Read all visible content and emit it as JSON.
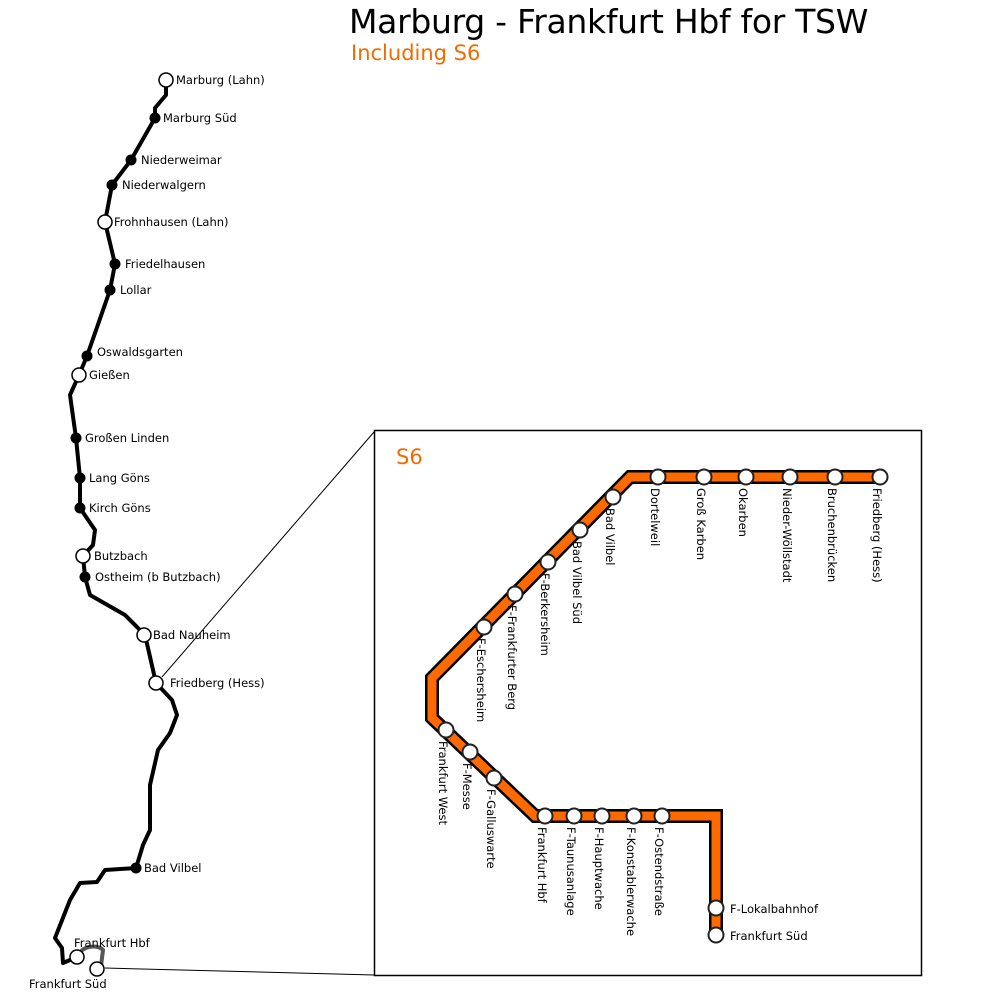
{
  "header": {
    "title": "Marburg - Frankfurt Hbf for TSW",
    "subtitle": "Including S6"
  },
  "colors": {
    "s6": "#ff6a00",
    "line": "#000000",
    "accent": "#f26b00"
  },
  "main_line": {
    "stations": [
      {
        "name": "Marburg (Lahn)",
        "type": "open"
      },
      {
        "name": "Marburg Süd",
        "type": "filled"
      },
      {
        "name": "Niederweimar",
        "type": "filled"
      },
      {
        "name": "Niederwalgern",
        "type": "filled"
      },
      {
        "name": "Frohnhausen (Lahn)",
        "type": "open"
      },
      {
        "name": "Friedelhausen",
        "type": "filled"
      },
      {
        "name": "Lollar",
        "type": "filled"
      },
      {
        "name": "Oswaldsgarten",
        "type": "filled"
      },
      {
        "name": "Gießen",
        "type": "open"
      },
      {
        "name": "Großen Linden",
        "type": "filled"
      },
      {
        "name": "Lang Göns",
        "type": "filled"
      },
      {
        "name": "Kirch Göns",
        "type": "filled"
      },
      {
        "name": "Butzbach",
        "type": "open"
      },
      {
        "name": "Ostheim (b Butzbach)",
        "type": "filled"
      },
      {
        "name": "Bad Nauheim",
        "type": "open"
      },
      {
        "name": "Friedberg (Hess)",
        "type": "open"
      },
      {
        "name": "Bad Vilbel",
        "type": "filled"
      },
      {
        "name": "Frankfurt Hbf",
        "type": "open"
      },
      {
        "name": "Frankfurt Süd",
        "type": "open"
      }
    ]
  },
  "inset": {
    "title": "S6",
    "stations": [
      "Friedberg (Hess)",
      "Bruchenbrücken",
      "Nieder-Wöllstadt",
      "Okarben",
      "Groß Karben",
      "Dortelweil",
      "Bad Vilbel",
      "Bad Vilbel Süd",
      "F-Berkersheim",
      "F-Frankfurter Berg",
      "F-Eschersheim",
      "Frankfurt West",
      "F-Messe",
      "F-Galluswarte",
      "Frankfurt Hbf",
      "F-Taunusanlage",
      "F-Hauptwache",
      "F-Konstablerwache",
      "F-Ostendstraße",
      "F-Lokalbahnhof",
      "Frankfurt Süd"
    ]
  }
}
